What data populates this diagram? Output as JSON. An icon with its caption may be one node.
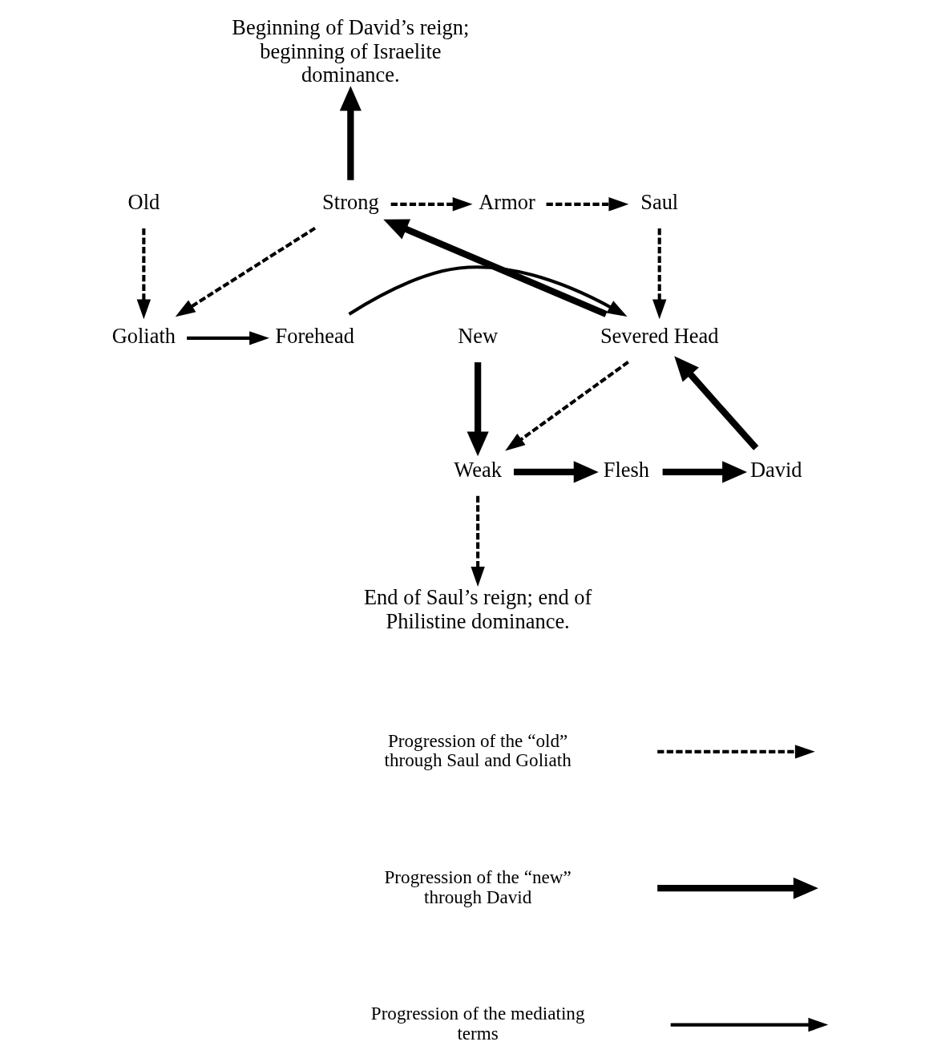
{
  "diagram": {
    "nodes": [
      {
        "text": [
          "Beginning of David’s reign; beginning of Israelite dominance."
        ]
      },
      {
        "text": [
          "Old"
        ]
      },
      {
        "text": [
          "Strong"
        ]
      },
      {
        "text": [
          "Armor"
        ]
      },
      {
        "text": [
          "Saul"
        ]
      },
      {
        "text": [
          "Goliath"
        ]
      },
      {
        "text": [
          "Forehead"
        ]
      },
      {
        "text": [
          "Severed Head"
        ]
      },
      {
        "text": [
          "Weak"
        ]
      },
      {
        "text": [
          "Flesh"
        ]
      },
      {
        "text": [
          "David"
        ]
      },
      {
        "text": [
          "New"
        ]
      },
      {
        "text": [
          "End of Saul’s reign; end of Philistine dominance."
        ]
      }
    ],
    "edges": [
      {
        "from": 2,
        "to": 0,
        "arrow": "to",
        "style": "thick"
      },
      {
        "from": 1,
        "to": 5,
        "arrow": "to",
        "style": "dashed"
      },
      {
        "from": 2,
        "to": 3,
        "arrow": "to",
        "style": "dashed"
      },
      {
        "from": 3,
        "to": 4,
        "arrow": "to",
        "style": "dashed"
      },
      {
        "from": 2,
        "to": 5,
        "arrow": "to",
        "style": "dashed"
      },
      {
        "from": 7,
        "to": 2,
        "arrow": "to",
        "style": "thick"
      },
      {
        "from": 4,
        "to": 7,
        "arrow": "to",
        "style": "dashed"
      },
      {
        "from": 5,
        "to": 6,
        "arrow": "to"
      },
      {
        "from": 6,
        "to": 7,
        "arrow": "to"
      },
      {
        "from": 7,
        "to": 8,
        "arrow": "to",
        "style": "dashed"
      },
      {
        "from": 10,
        "to": 7,
        "arrow": "to",
        "style": "thick"
      },
      {
        "from": 11,
        "to": 8,
        "arrow": "to",
        "style": "thick"
      },
      {
        "from": 8,
        "to": 9,
        "arrow": "to",
        "style": "thick"
      },
      {
        "from": 9,
        "to": 10,
        "arrow": "to",
        "style": "thick"
      },
      {
        "from": 8,
        "to": 12,
        "arrow": "to",
        "style": "dashed"
      }
    ],
    "legend": [
      {
        "text": "Progression of the “old” through Saul and Goliath"
      },
      {
        "text": "Progression of the “new” through David"
      },
      {
        "text": "Progression of the mediating terms"
      }
    ]
  }
}
